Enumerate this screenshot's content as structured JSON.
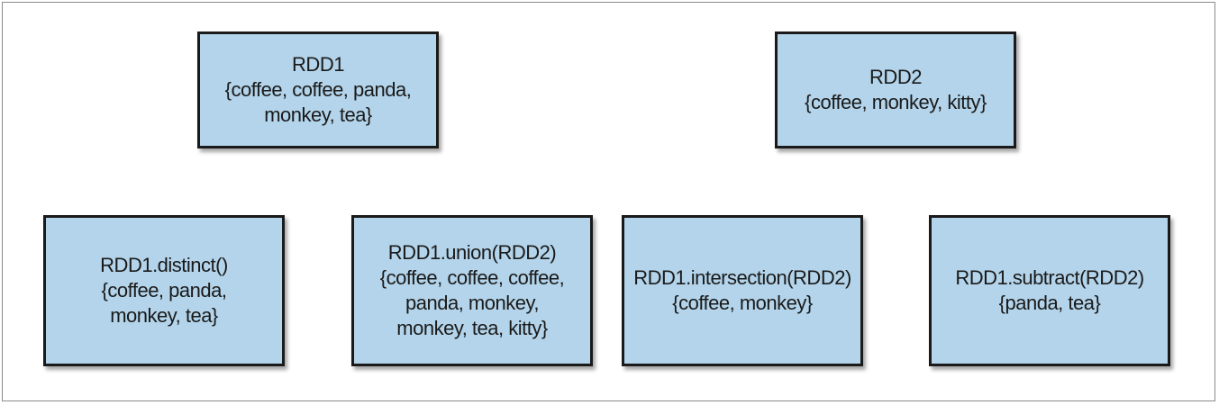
{
  "boxes": {
    "rdd1": {
      "lines": [
        "RDD1",
        "{coffee, coffee, panda,",
        "monkey, tea}"
      ]
    },
    "rdd2": {
      "lines": [
        "RDD2",
        "{coffee, monkey, kitty}"
      ]
    },
    "distinct": {
      "lines": [
        "RDD1.distinct()",
        "{coffee, panda,",
        "monkey, tea}"
      ]
    },
    "union": {
      "lines": [
        "RDD1.union(RDD2)",
        "{coffee, coffee, coffee,",
        "panda, monkey,",
        "monkey, tea, kitty}"
      ]
    },
    "intersection": {
      "lines": [
        "RDD1.intersection(RDD2)",
        "{coffee, monkey}"
      ]
    },
    "subtract": {
      "lines": [
        "RDD1.subtract(RDD2)",
        "{panda, tea}"
      ]
    }
  },
  "colors": {
    "box_fill": "#b3d4ea",
    "box_border": "#1a1a1a",
    "frame_border": "#8a8a8a"
  }
}
